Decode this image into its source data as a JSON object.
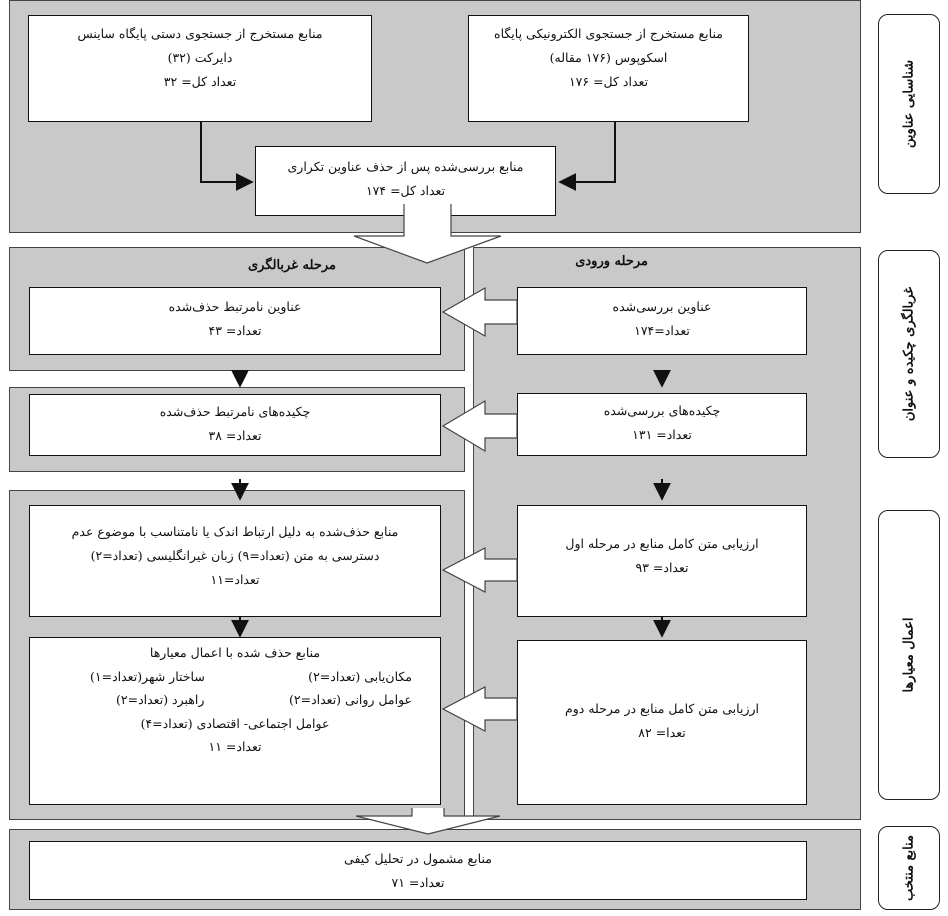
{
  "identification": {
    "electronic": {
      "line1": "منابع مستخرج از جستجوی الکترونیکی پایگاه",
      "line2": "اسکوپوس (۱۷۶ مقاله)",
      "line3": "تعداد کل= ۱۷۶"
    },
    "manual": {
      "line1": "منابع مستخرج از جستجوی دستی پایگاه ساینس",
      "line2": "دایرکت (۳۲)",
      "line3": "تعداد کل= ۳۲"
    },
    "dedup": {
      "line1": "منابع بررسی‌شده پس از حذف عناوین تکراری",
      "line2": "تعداد کل= ۱۷۴"
    }
  },
  "entry_column": {
    "header": "مرحله ورودی",
    "titles": {
      "line1": "عناوین بررسی‌شده",
      "line2": "تعداد=۱۷۴"
    },
    "abstracts": {
      "line1": "چکیده‌های بررسی‌شده",
      "line2": "تعداد= ۱۳۱"
    },
    "fulltext1": {
      "line1": "ارزیابی متن کامل منابع در مرحله اول",
      "line2": "تعداد= ۹۳"
    },
    "fulltext2": {
      "line1": "ارزیابی متن کامل منابع در مرحله دوم",
      "line2": "تعدا= ۸۲"
    }
  },
  "screening_column": {
    "header": "مرحله غربالگری",
    "titles_removed": {
      "line1": "عناوین نامرتبط حذف‌شده",
      "line2": "تعداد= ۴۳"
    },
    "abstracts_removed": {
      "line1": "چکیده‌های نامرتبط حذف‌شده",
      "line2": "تعداد= ۳۸"
    },
    "fulltext_removed": {
      "line1": "منابع حذف‌شده به دلیل ارتباط اندک یا نامتناسب با موضوع عدم",
      "line2": "دسترسی به متن (تعداد=۹) زبان غیرانگلیسی (تعداد=۲)",
      "line3": "تعداد=۱۱"
    },
    "criteria_removed": {
      "title": "منابع حذف شده با اعمال معیارها",
      "location": "مکان‌یابی (تعداد=۲)",
      "city_structure": "ساختار شهر(تعداد=۱)",
      "psychological": "عوامل روانی (تعداد=۲)",
      "strategy": "راهبرد (تعداد=۲)",
      "socioeconomic": "عوامل اجتماعی- اقتصادی (تعداد=۴)",
      "total": "تعداد= ۱۱"
    }
  },
  "final": {
    "line1": "منابع مشمول در تحلیل کیفی",
    "line2": "تعداد= ۷۱"
  },
  "side_labels": {
    "identification": "شناسایی عناوین",
    "screening": "غربالگری چکیده و عنوان",
    "criteria": "اعمال معیارها",
    "selected": "منابع منتخب"
  }
}
